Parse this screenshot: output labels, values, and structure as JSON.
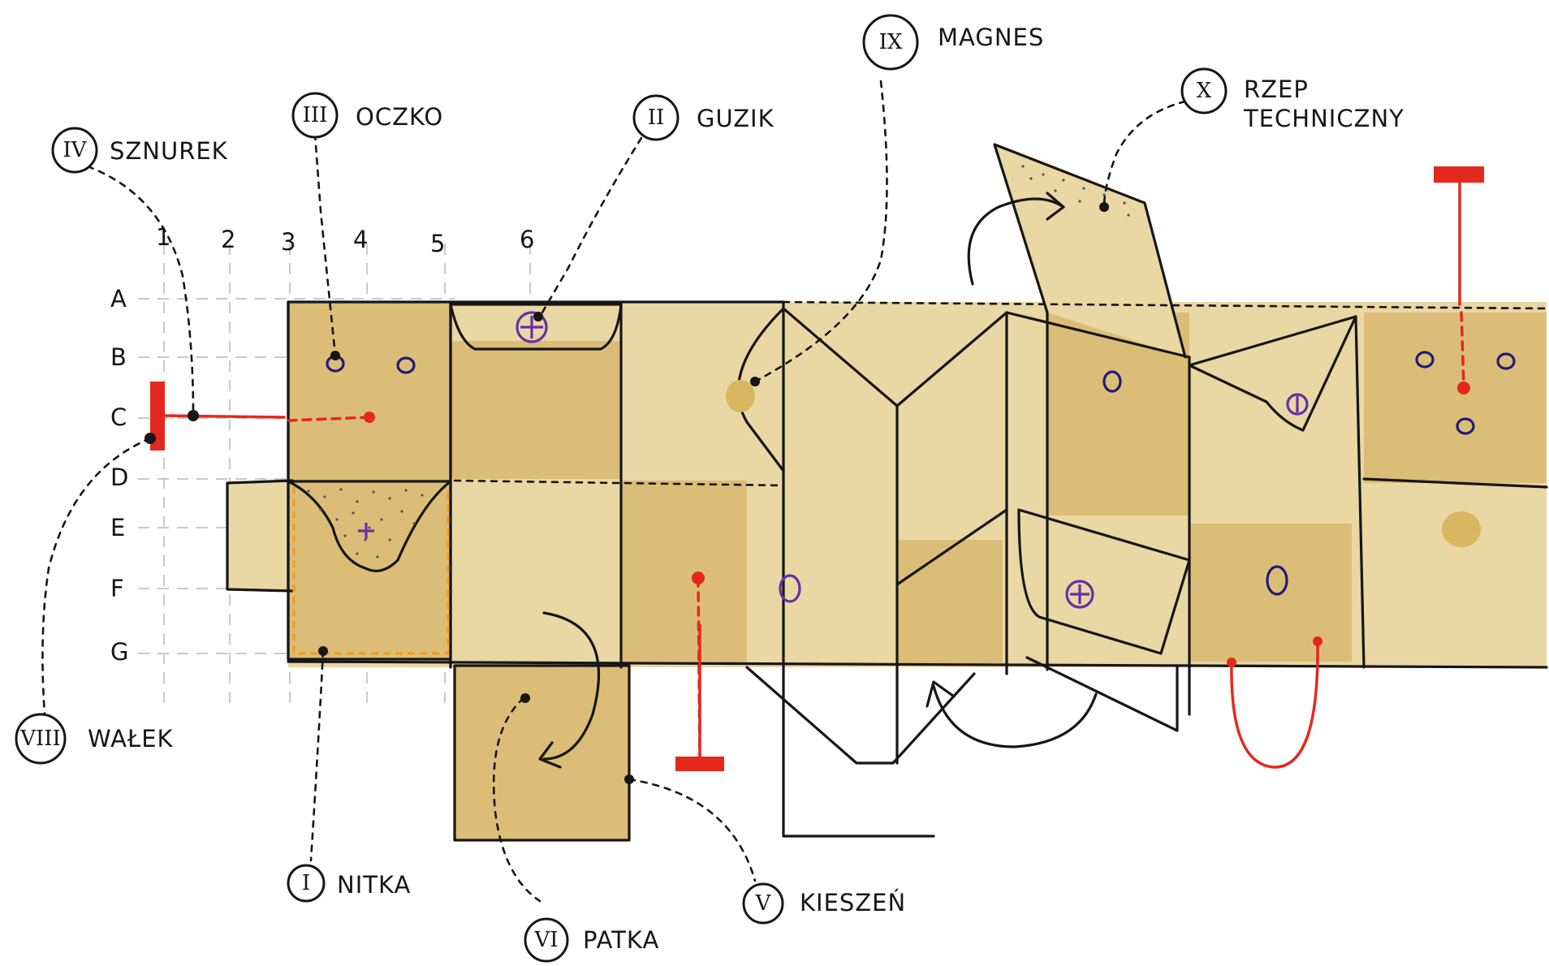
{
  "columns": [
    "1",
    "2",
    "3",
    "4",
    "5",
    "6"
  ],
  "rows": [
    "A",
    "B",
    "C",
    "D",
    "E",
    "F",
    "G"
  ],
  "callouts": [
    {
      "badge": "IV",
      "label": "SZNUREK"
    },
    {
      "badge": "III",
      "label": "OCZKO"
    },
    {
      "badge": "II",
      "label": "GUZIK"
    },
    {
      "badge": "IX",
      "label": "MAGNES"
    },
    {
      "badge": "X",
      "label": "RZEP",
      "label2": "TECHNICZNY"
    },
    {
      "badge": "VIII",
      "label": "WAŁEK"
    },
    {
      "badge": "I",
      "label": "NITKA"
    },
    {
      "badge": "VI",
      "label": "PATKA"
    },
    {
      "badge": "V",
      "label": "KIESZEŃ"
    }
  ],
  "colors": {
    "panel_light": "#e9d7a4",
    "panel_dark": "#dcbd77",
    "accent_red": "#e5281c",
    "eyelet_navy": "#1f1c7a",
    "button_purple": "#6a2ea8",
    "ink": "#161616"
  }
}
